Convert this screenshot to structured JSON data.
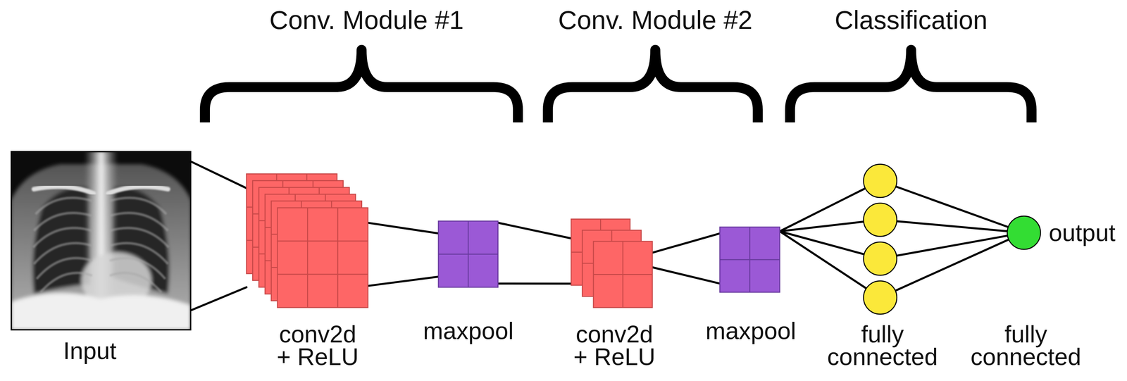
{
  "diagram": {
    "nodes": [
      {
        "text": [
          "Input"
        ]
      },
      {
        "text": [
          "conv2d + ReLU"
        ]
      },
      {
        "text": [
          "maxpool"
        ]
      },
      {
        "text": [
          "conv2d + ReLU"
        ]
      },
      {
        "text": [
          "maxpool"
        ]
      },
      {
        "text": [
          "fully connected"
        ]
      },
      {
        "text": [
          "output",
          "fully connected"
        ]
      }
    ],
    "edges": [
      {
        "from": 0,
        "to": 1,
        "arrow": "none"
      },
      {
        "from": 1,
        "to": 2,
        "arrow": "none"
      },
      {
        "from": 2,
        "to": 3,
        "arrow": "none"
      },
      {
        "from": 3,
        "to": 4,
        "arrow": "none"
      },
      {
        "from": 4,
        "to": 5,
        "arrow": "none"
      },
      {
        "from": 5,
        "to": 6,
        "arrow": "none"
      }
    ],
    "labels": [
      "Conv. Module #1",
      "Conv. Module #2",
      "Classification"
    ]
  }
}
